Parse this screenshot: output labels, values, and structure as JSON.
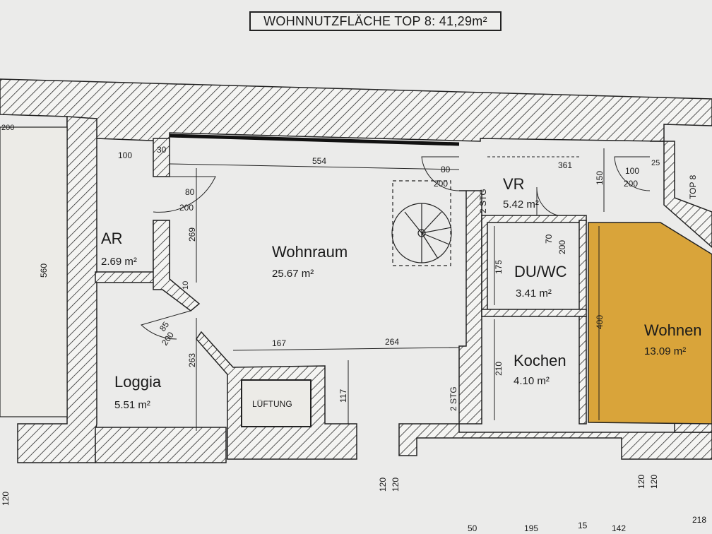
{
  "title": "WOHNNUTZFLÄCHE TOP 8: 41,29m²",
  "rooms": {
    "wohnraum": {
      "name": "Wohnraum",
      "area": "25.67 m²"
    },
    "ar": {
      "name": "AR",
      "area": "2.69 m²"
    },
    "loggia": {
      "name": "Loggia",
      "area": "5.51 m²"
    },
    "vr": {
      "name": "VR",
      "area": "5.42 m²"
    },
    "duwc": {
      "name": "DU/WC",
      "area": "3.41 m²"
    },
    "kochen": {
      "name": "Kochen",
      "area": "4.10 m²"
    },
    "wohnen": {
      "name": "Wohnen",
      "area": "13.09 m²"
    }
  },
  "labels": {
    "lueftung": "LÜFTUNG",
    "stg1": "2 STG",
    "stg2": "2 STG",
    "top": "TOP 8"
  },
  "dims": {
    "d200top": "200",
    "d560": "560",
    "d100ar": "100",
    "d30": "30",
    "d554": "554",
    "d80a": "80",
    "d200a": "200",
    "d269": "269",
    "d10": "10",
    "d85": "85",
    "d200loggia": "200",
    "d263": "263",
    "d167": "167",
    "d264": "264",
    "d117": "117",
    "d80vr": "80",
    "d200vr": "200",
    "d361": "361",
    "d150": "150",
    "d100r": "100",
    "d200r": "200",
    "d25": "25",
    "d70": "70",
    "d200wc": "200",
    "d175": "175",
    "d210": "210",
    "d400": "400",
    "d120a": "120",
    "d120b": "120",
    "d120c": "120",
    "d120d": "120",
    "d120e": "120",
    "d50": "50",
    "d195": "195",
    "d15": "15",
    "d142": "142",
    "d218": "218"
  },
  "colors": {
    "wohnen_fill": "#d9a43a",
    "wall_hatch": "#2a2a2a",
    "paper": "#ebebea"
  }
}
